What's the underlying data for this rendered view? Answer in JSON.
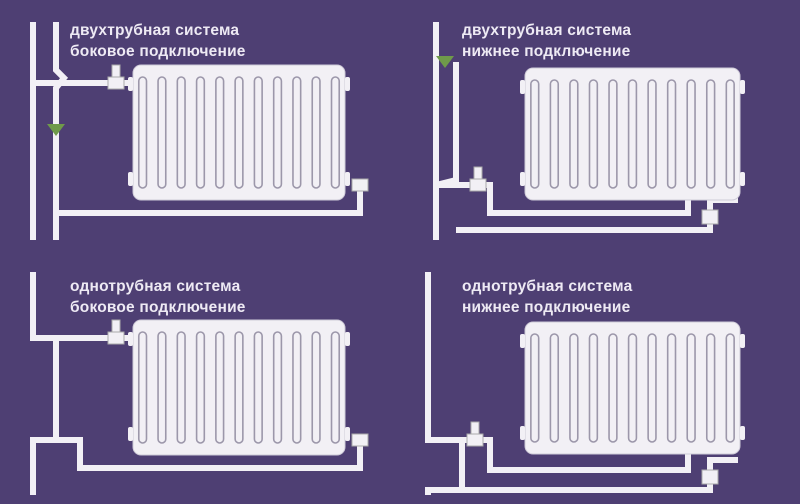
{
  "panels": [
    {
      "line1": "двухтрубная система",
      "line2": "боковое подключение"
    },
    {
      "line1": "двухтрубная система",
      "line2": "нижнее подключение"
    },
    {
      "line1": "однотрубная система",
      "line2": "боковое подключение"
    },
    {
      "line1": "однотрубная система",
      "line2": "нижнее подключение"
    }
  ],
  "colors": {
    "background": "#4e3f73",
    "pipe": "#f2f0f5",
    "valve_marker": "#6f9a4a"
  },
  "radiator_sections": 11
}
